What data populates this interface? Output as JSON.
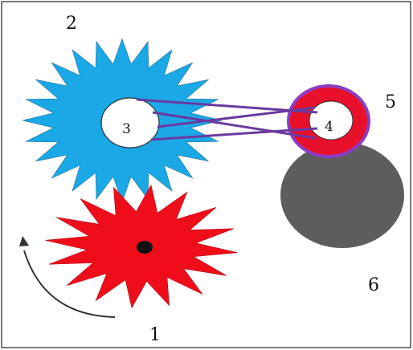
{
  "figure": {
    "labels": {
      "gear_large": "2",
      "gear_small": "1",
      "hub_large": "3",
      "hub_small": "4",
      "ring": "5",
      "roller": "6"
    },
    "colors": {
      "gear_large_fill": "#1aa8e6",
      "gear_small_fill": "#f00d1a",
      "ring_fill": "#e8102a",
      "ring_outline": "#8b3cc4",
      "belt": "#6a3aa0",
      "roller_fill": "#5d5d5d",
      "hub_fill": "#ffffff",
      "arrow": "#333333"
    },
    "icons": [
      "rotation-arrow-icon"
    ]
  }
}
